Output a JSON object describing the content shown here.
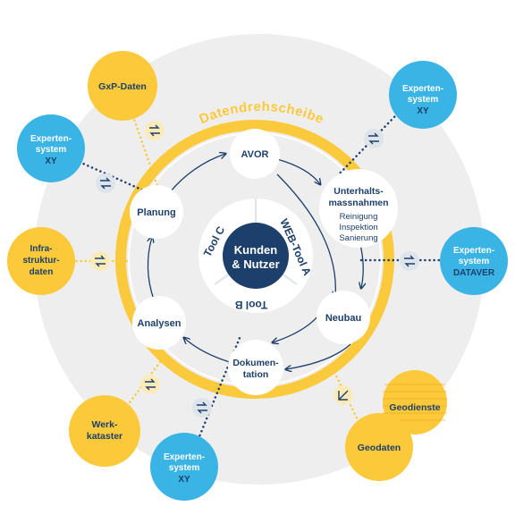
{
  "colors": {
    "yellow": "#FBC93A",
    "blue": "#3AB3E5",
    "navy": "#1D3F6B",
    "grey_bg": "#EEEEEF",
    "link_bubble": "#DDE4EA",
    "ring_yellow": "#FBCA3C"
  },
  "ring_title": "Datendrehscheibe",
  "center": {
    "label_line1": "Kunden",
    "label_line2": "& Nutzer",
    "tool_c": "Tool C",
    "web_tool_a": "WEB-Tool A",
    "tool_b": "Tool B"
  },
  "process": {
    "avor": "AVOR",
    "unterhalt_line1": "Unterhalts-",
    "unterhalt_line2": "massnahmen",
    "unterhalt_sub1": "Reinigung",
    "unterhalt_sub2": "Inspektion",
    "unterhalt_sub3": "Sanierung",
    "neubau": "Neubau",
    "doku_line1": "Dokumen-",
    "doku_line2": "tation",
    "analysen": "Analysen",
    "planung": "Planung"
  },
  "satellites": {
    "gxp": "GxP-Daten",
    "exp_tl_line1": "Experten-",
    "exp_tl_line2": "system",
    "exp_tl_line3": "XY",
    "exp_tr_line1": "Experten-",
    "exp_tr_line2": "system",
    "exp_tr_line3": "XY",
    "infra_line1": "Infra-",
    "infra_line2": "struktur-",
    "infra_line3": "daten",
    "dataver_line1": "Experten-",
    "dataver_line2": "system",
    "dataver_line3": "DATAVER",
    "werk_line1": "Werk-",
    "werk_line2": "kataster",
    "exp_bot_line1": "Experten-",
    "exp_bot_line2": "system",
    "exp_bot_line3": "XY",
    "geodienste": "Geodienste",
    "geodaten": "Geodaten"
  }
}
